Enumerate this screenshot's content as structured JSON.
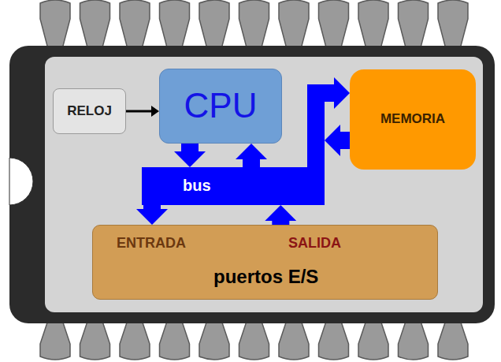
{
  "diagram": {
    "nodes": [
      {
        "text": [
          "RELOJ"
        ]
      },
      {
        "text": [
          "CPU"
        ]
      },
      {
        "text": [
          "MEMORIA"
        ]
      },
      {
        "text": [
          "bus"
        ]
      },
      {
        "text": [
          "ENTRADA",
          "SALIDA",
          "puertos E/S"
        ]
      }
    ],
    "edges": [
      {
        "from": 0,
        "to": 1,
        "arrow": "to"
      },
      {
        "from": 1,
        "to": 3,
        "arrow": "to"
      },
      {
        "from": 3,
        "to": 1,
        "arrow": "to"
      },
      {
        "from": 3,
        "to": 2,
        "arrow": "to"
      },
      {
        "from": 2,
        "to": 3,
        "arrow": "to"
      },
      {
        "from": 3,
        "to": 4,
        "arrow": "to"
      },
      {
        "from": 4,
        "to": 3,
        "arrow": "to"
      }
    ]
  }
}
